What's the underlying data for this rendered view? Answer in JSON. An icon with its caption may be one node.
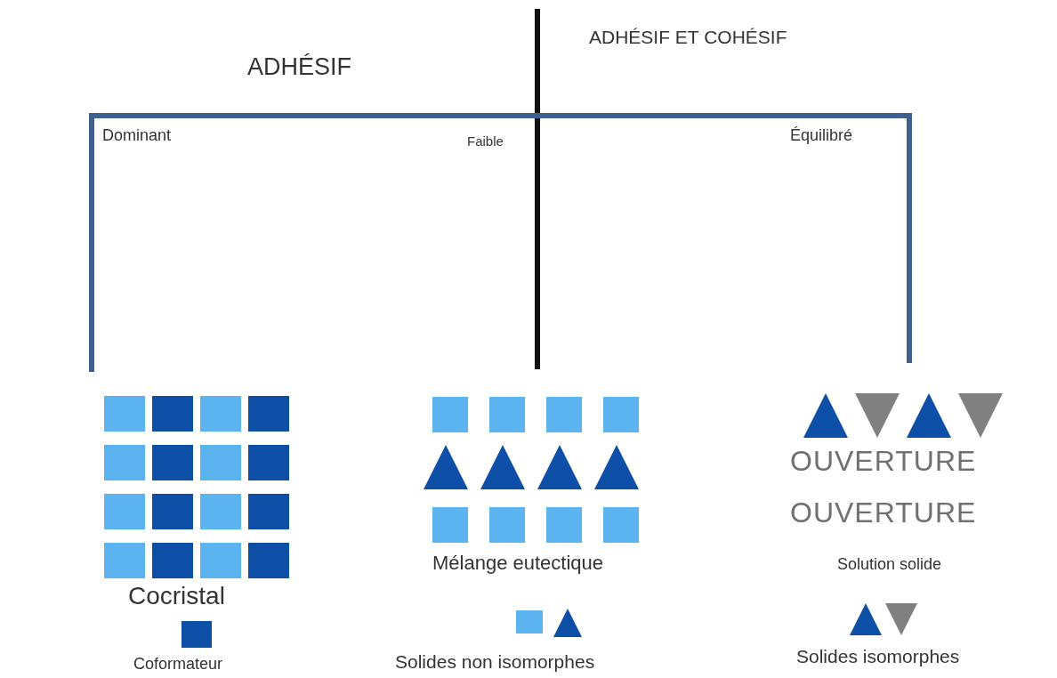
{
  "diagram": {
    "nodes": [
      {
        "text": [
          "Cocristal"
        ]
      },
      {
        "text": [
          "Mélange eutectique"
        ]
      },
      {
        "text": [
          "OUVERTURE",
          "OUVERTURE",
          "Solution solide"
        ]
      }
    ],
    "edges": [
      {
        "from": null,
        "to": 0,
        "arrow": "none",
        "label": "Dominant"
      },
      {
        "from": null,
        "to": 1,
        "arrow": "none",
        "label": "Faible",
        "color": "#111111"
      },
      {
        "from": null,
        "to": 2,
        "arrow": "none",
        "label": "Équilibré"
      }
    ],
    "labels": [
      "ADHÉSIF",
      "ADHÉSIF ET COHÉSIF"
    ],
    "legend": [
      {
        "text": "Coformateur"
      },
      {
        "text": "Solides non isomorphes"
      },
      {
        "text": "Solides isomorphes"
      }
    ]
  }
}
